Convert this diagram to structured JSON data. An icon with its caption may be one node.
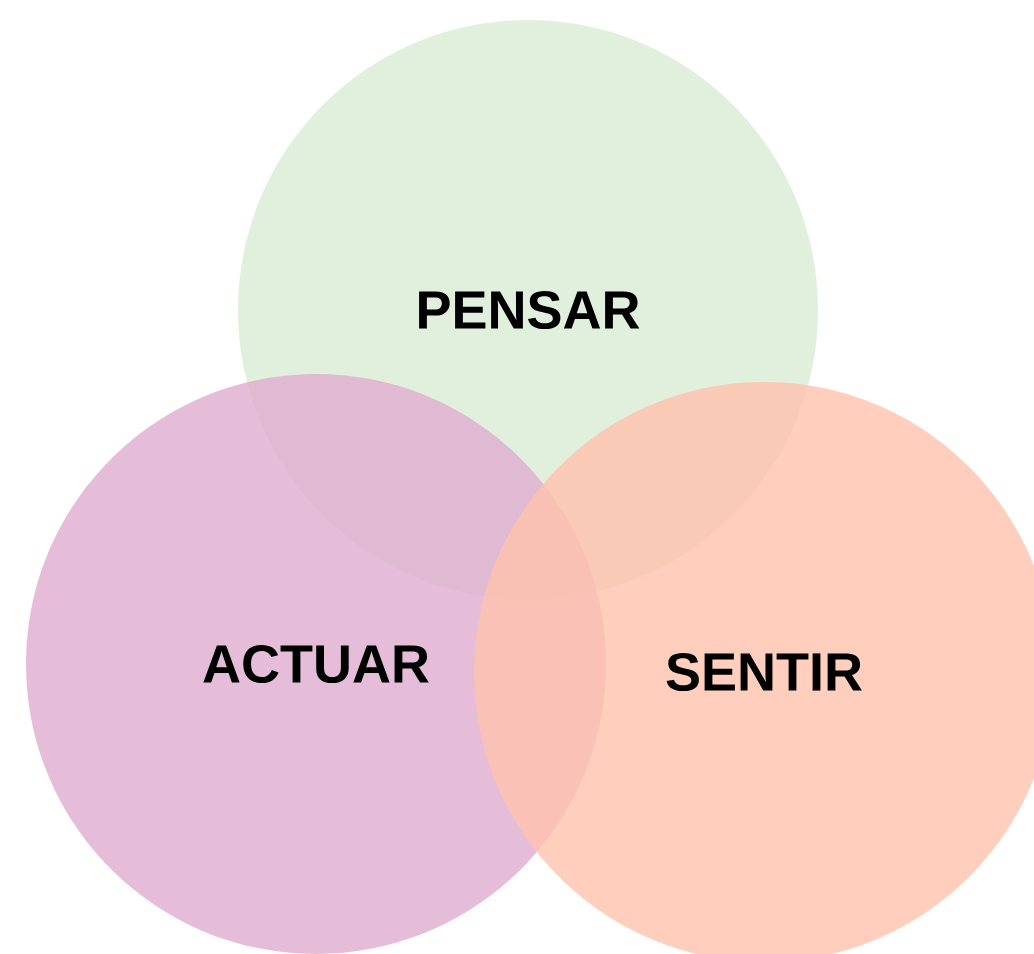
{
  "diagram": {
    "nodes": [
      {
        "text": [
          "PENSAR"
        ]
      },
      {
        "text": [
          "ACTUAR"
        ]
      },
      {
        "text": [
          "SENTIR"
        ]
      }
    ]
  }
}
